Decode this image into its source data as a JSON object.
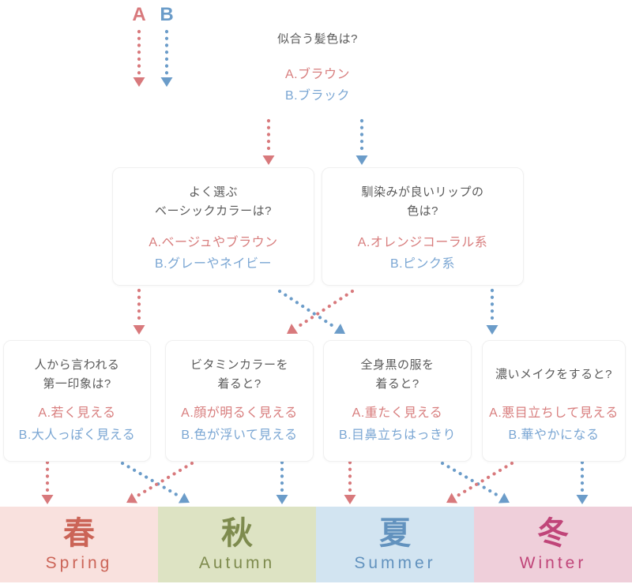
{
  "colors": {
    "red": "#d8797c",
    "blue": "#6b9cc9",
    "red_text": "#d87e7e",
    "blue_text": "#7aa6d3",
    "question_text": "#5a5a5a",
    "card_border": "#f0f0f0",
    "spring_bg": "#f9e1de",
    "spring_fg": "#cb6457",
    "autumn_bg": "#dde3c3",
    "autumn_fg": "#7e8b4e",
    "summer_bg": "#d2e4f1",
    "summer_fg": "#6292be",
    "winter_bg": "#efcfda",
    "winter_fg": "#c04579"
  },
  "legend": {
    "a_label": "A",
    "b_label": "B"
  },
  "intro": {
    "question": "似合う髪色は?",
    "answer_a": "A.ブラウン",
    "answer_b": "B.ブラック"
  },
  "level2": [
    {
      "line1": "よく選ぶ",
      "line2": "ベーシックカラーは?",
      "answer_a": "A.ベージュやブラウン",
      "answer_b": "B.グレーやネイビー"
    },
    {
      "line1": "馴染みが良いリップの",
      "line2": "色は?",
      "answer_a": "A.オレンジコーラル系",
      "answer_b": "B.ピンク系"
    }
  ],
  "level3": [
    {
      "line1": "人から言われる",
      "line2": "第一印象は?",
      "answer_a": "A.若く見える",
      "answer_b": "B.大人っぽく見える"
    },
    {
      "line1": "ビタミンカラーを",
      "line2": "着ると?",
      "answer_a": "A.顔が明るく見える",
      "answer_b": "B.色が浮いて見える"
    },
    {
      "line1": "全身黒の服を",
      "line2": "着ると?",
      "answer_a": "A.重たく見える",
      "answer_b": "B.目鼻立ちはっきり"
    },
    {
      "line1": "濃いメイクをすると?",
      "line2": "",
      "answer_a": "A.悪目立ちして見える",
      "answer_b": "B.華やかになる"
    }
  ],
  "results": [
    {
      "kanji": "春",
      "en": "Spring"
    },
    {
      "kanji": "秋",
      "en": "Autumn"
    },
    {
      "kanji": "夏",
      "en": "Summer"
    },
    {
      "kanji": "冬",
      "en": "Winter"
    }
  ]
}
